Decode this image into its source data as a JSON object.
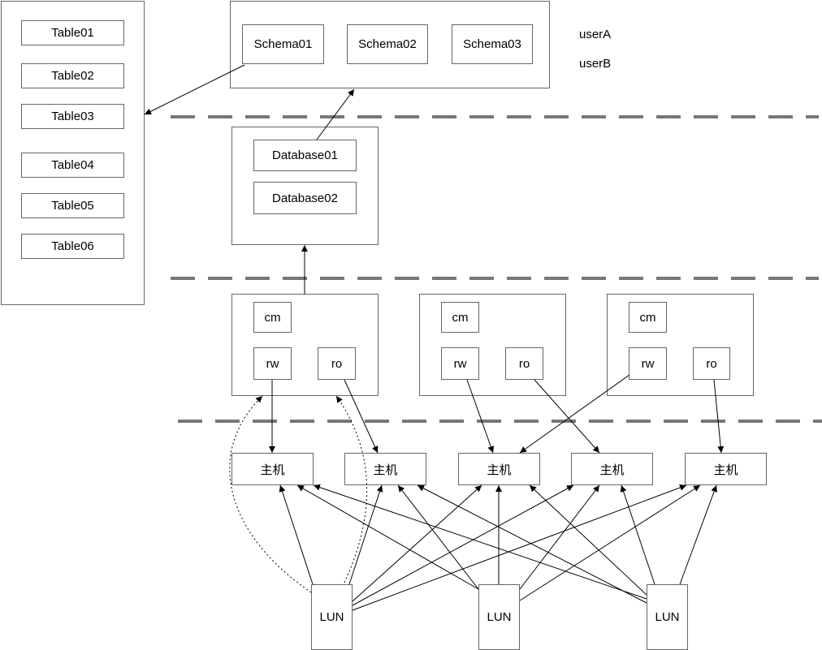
{
  "tables": [
    "Table01",
    "Table02",
    "Table03",
    "Table04",
    "Table05",
    "Table06"
  ],
  "schemas": [
    "Schema01",
    "Schema02",
    "Schema03"
  ],
  "users": [
    "userA",
    "userB"
  ],
  "databases": [
    "Database01",
    "Database02"
  ],
  "nodes": [
    {
      "cm": "cm",
      "rw": "rw",
      "ro": "ro"
    },
    {
      "cm": "cm",
      "rw": "rw",
      "ro": "ro"
    },
    {
      "cm": "cm",
      "rw": "rw",
      "ro": "ro"
    }
  ],
  "hosts": [
    "主机",
    "主机",
    "主机",
    "主机",
    "主机"
  ],
  "luns": [
    "LUN",
    "LUN",
    "LUN"
  ]
}
